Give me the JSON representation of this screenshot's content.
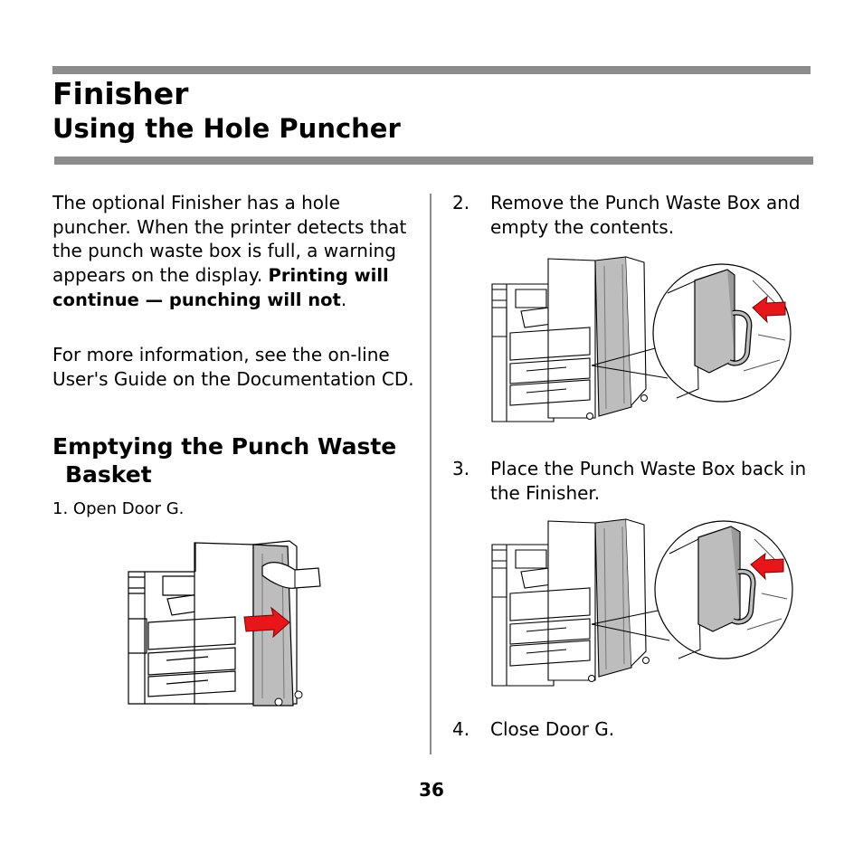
{
  "header": {
    "title": "Finisher",
    "subtitle": "Using the Hole Puncher"
  },
  "intro": {
    "text": "The optional Finisher has a hole puncher. When the printer detects that the punch waste box is full, a warning appears on the display.",
    "bold": "Printing will continue — punching will not",
    "period": "."
  },
  "more_info": "For more information, see the on-line User's Guide on the Documentation CD.",
  "section": {
    "heading_line1": "Emptying the Punch Waste",
    "heading_line2": "Basket"
  },
  "steps": [
    {
      "num": "1.",
      "text": "Open Door G."
    },
    {
      "num": "2.",
      "text": "Remove the Punch Waste Box and empty the contents."
    },
    {
      "num": "3.",
      "text": "Place the Punch Waste Box back in the Finisher."
    },
    {
      "num": "4.",
      "text": "Close Door G."
    }
  ],
  "page_number": "36",
  "colors": {
    "rule": "#8c8c8c",
    "arrow": "#e8161b",
    "panel": "#bdbdbd"
  }
}
